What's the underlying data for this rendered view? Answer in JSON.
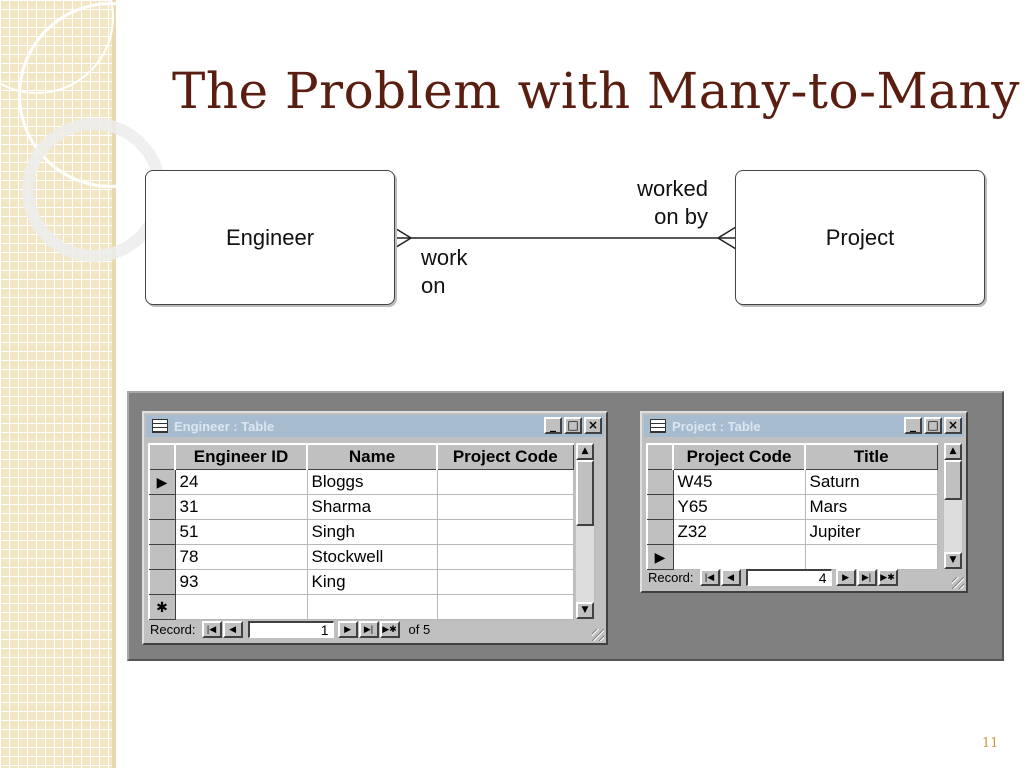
{
  "slide": {
    "title": "The Problem with Many-to-Many",
    "page_number": "11"
  },
  "er_diagram": {
    "entity_left": "Engineer",
    "entity_right": "Project",
    "relationship_forward": [
      "work",
      "on"
    ],
    "relationship_reverse": [
      "worked",
      "on by"
    ]
  },
  "engineer_table": {
    "title": "Engineer : Table",
    "columns": [
      "Engineer ID",
      "Name",
      "Project Code"
    ],
    "rows": [
      {
        "id": "24",
        "name": "Bloggs",
        "project_code": ""
      },
      {
        "id": "31",
        "name": "Sharma",
        "project_code": ""
      },
      {
        "id": "51",
        "name": "Singh",
        "project_code": ""
      },
      {
        "id": "78",
        "name": "Stockwell",
        "project_code": ""
      },
      {
        "id": "93",
        "name": "King",
        "project_code": ""
      }
    ],
    "new_row_marker": "✱",
    "record_label": "Record:",
    "record_current": "1",
    "record_total": "of 5"
  },
  "project_table": {
    "title": "Project : Table",
    "columns": [
      "Project Code",
      "Title"
    ],
    "rows": [
      {
        "code": "W45",
        "title": "Saturn"
      },
      {
        "code": "Y65",
        "title": "Mars"
      },
      {
        "code": "Z32",
        "title": "Jupiter"
      }
    ],
    "record_label": "Record:",
    "record_current": "4"
  },
  "icons": {
    "window_minimize": "minimize-icon",
    "window_maximize": "maximize-icon",
    "window_close": "close-icon",
    "record_selector": "record-selector-arrow-icon",
    "nav_first": "first-record-icon",
    "nav_prev": "previous-record-icon",
    "nav_next": "next-record-icon",
    "nav_last": "last-record-icon",
    "nav_new": "new-record-icon"
  },
  "colors": {
    "title": "#5a1e10",
    "titlebar_inactive": "#a8bcd0",
    "window_face": "#c0c0c0",
    "desktop": "#808080",
    "accent_strip": "#f3e6c4"
  }
}
